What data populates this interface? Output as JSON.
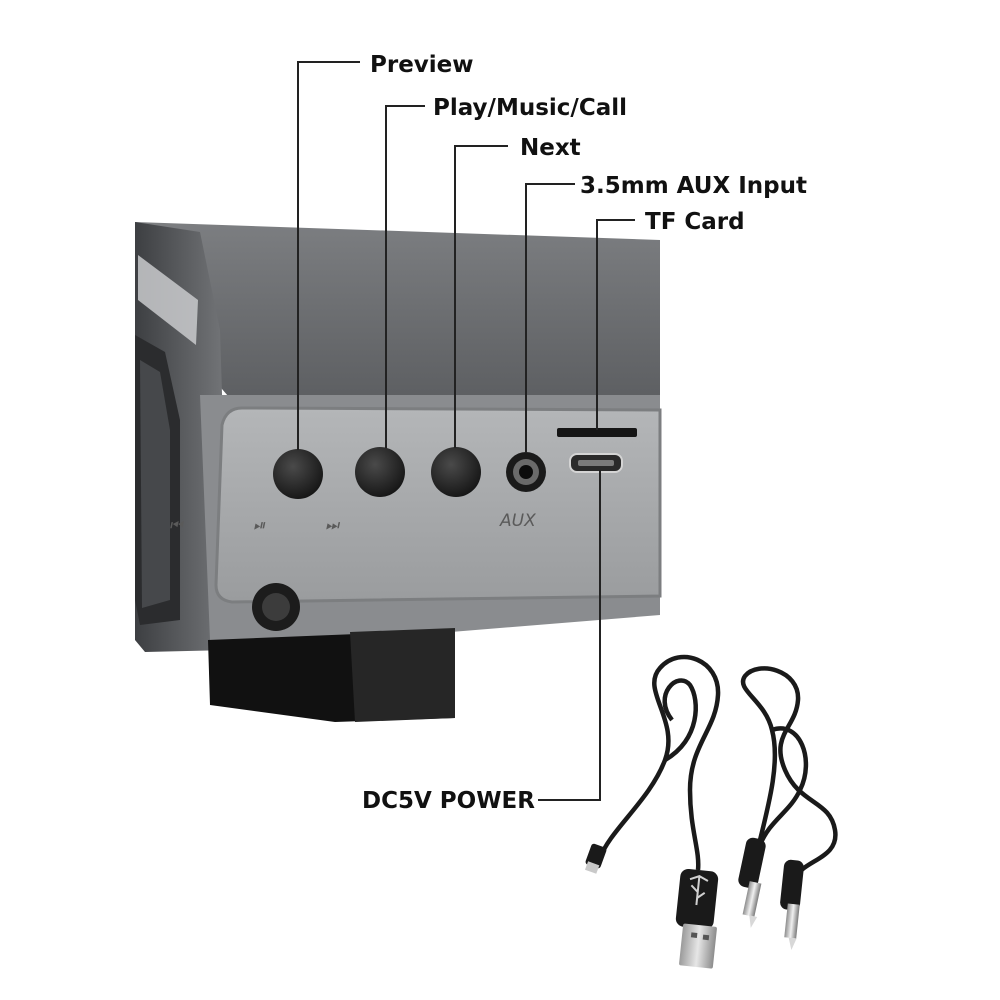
{
  "callouts": {
    "preview": "Preview",
    "play": "Play/Music/Call",
    "next": "Next",
    "aux_input": "3.5mm AUX Input",
    "tf_card": "TF Card",
    "power": "DC5V POWER"
  },
  "panel_symbols": {
    "prev": "⏮",
    "play_pause": "⏯",
    "next": "⏭",
    "aux": "AUX"
  },
  "colors": {
    "device_body": "#6b6d70",
    "panel": "#a9abad",
    "button": "#262626",
    "cable": "#1a1a1a"
  }
}
